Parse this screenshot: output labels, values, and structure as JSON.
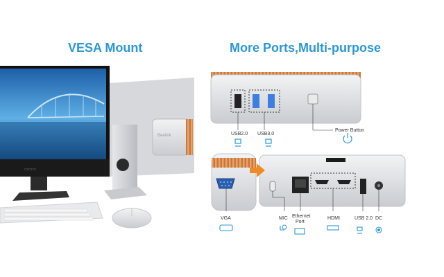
{
  "titles": {
    "left": "VESA Mount",
    "right": "More Ports,Multi-purpose"
  },
  "brand_text": "Beelink",
  "ports": {
    "usb20_top": "USB2.0",
    "usb30_top": "USB3.0",
    "power_button": "Power Button",
    "vga": "VGA",
    "mic": "MIC",
    "ethernet_line1": "Ethernet",
    "ethernet_line2": "Port",
    "hdmi": "HDMI",
    "usb20_bottom": "USB 2.0",
    "dc": "DC"
  },
  "colors": {
    "accent_blue": "#2a97d6",
    "usb3_blue": "#3d7fe0",
    "copper": "#d98a4a",
    "orange_arrow": "#f08a24",
    "silver": "#d9dbde"
  }
}
